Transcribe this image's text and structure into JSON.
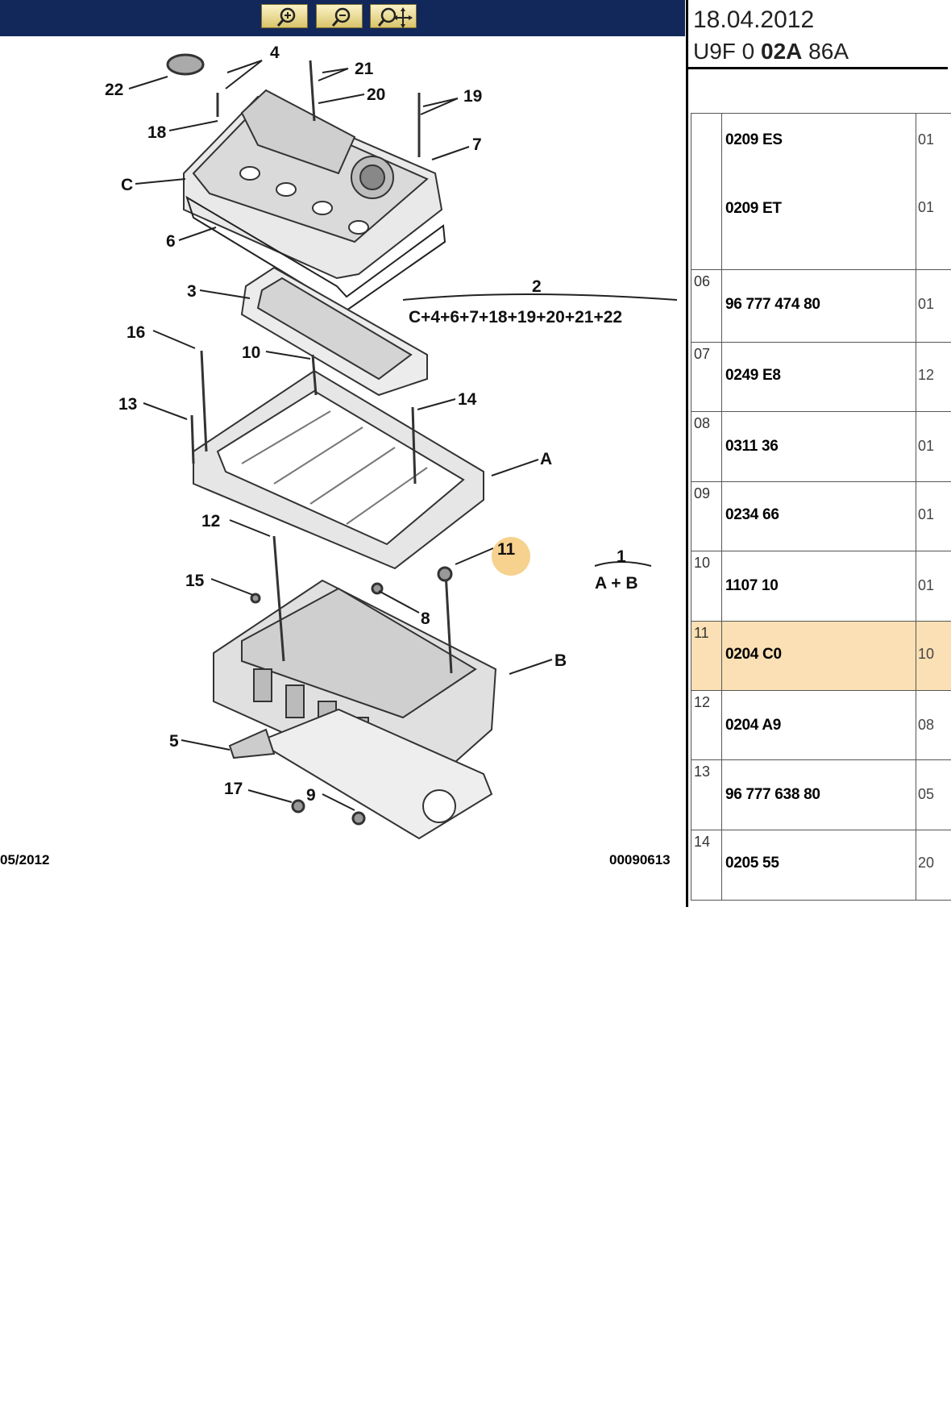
{
  "toolbar": {
    "buttons": [
      {
        "name": "zoom-in-icon"
      },
      {
        "name": "zoom-out-icon"
      },
      {
        "name": "zoom-pan-icon"
      }
    ]
  },
  "diagram": {
    "labels": [
      "22",
      "4",
      "21",
      "20",
      "19",
      "18",
      "7",
      "C",
      "6",
      "3",
      "2",
      "C+4+6+7+18+19+20+21+22",
      "16",
      "10",
      "13",
      "14",
      "A",
      "12",
      "11",
      "1",
      "A + B",
      "15",
      "8",
      "B",
      "5",
      "17",
      "9"
    ],
    "highlighted_label": "11",
    "highlight_color": "#f6c97a",
    "footer_left": "05/2012",
    "footer_right": "00090613"
  },
  "header": {
    "date": "18.04.2012",
    "ref_prefix": "U9F 0 ",
    "ref_bold": "02A",
    "ref_suffix": " 86A"
  },
  "parts_table": {
    "selected_row": "11",
    "selected_color": "#fae0b4",
    "rows": [
      {
        "num": "",
        "refs": [
          "0209 ES",
          "0209 ET"
        ],
        "qty": [
          "01",
          "01"
        ]
      },
      {
        "num": "06",
        "refs": [
          "96 777 474 80"
        ],
        "qty": [
          "01"
        ]
      },
      {
        "num": "07",
        "refs": [
          "0249 E8"
        ],
        "qty": [
          "12"
        ]
      },
      {
        "num": "08",
        "refs": [
          "0311 36"
        ],
        "qty": [
          "01"
        ]
      },
      {
        "num": "09",
        "refs": [
          "0234 66"
        ],
        "qty": [
          "01"
        ]
      },
      {
        "num": "10",
        "refs": [
          "1107 10"
        ],
        "qty": [
          "01"
        ]
      },
      {
        "num": "11",
        "refs": [
          "0204 C0"
        ],
        "qty": [
          "10"
        ]
      },
      {
        "num": "12",
        "refs": [
          "0204 A9"
        ],
        "qty": [
          "08"
        ]
      },
      {
        "num": "13",
        "refs": [
          "96 777 638 80"
        ],
        "qty": [
          "05"
        ]
      },
      {
        "num": "14",
        "refs": [
          "0205 55"
        ],
        "qty": [
          "20"
        ]
      }
    ]
  }
}
